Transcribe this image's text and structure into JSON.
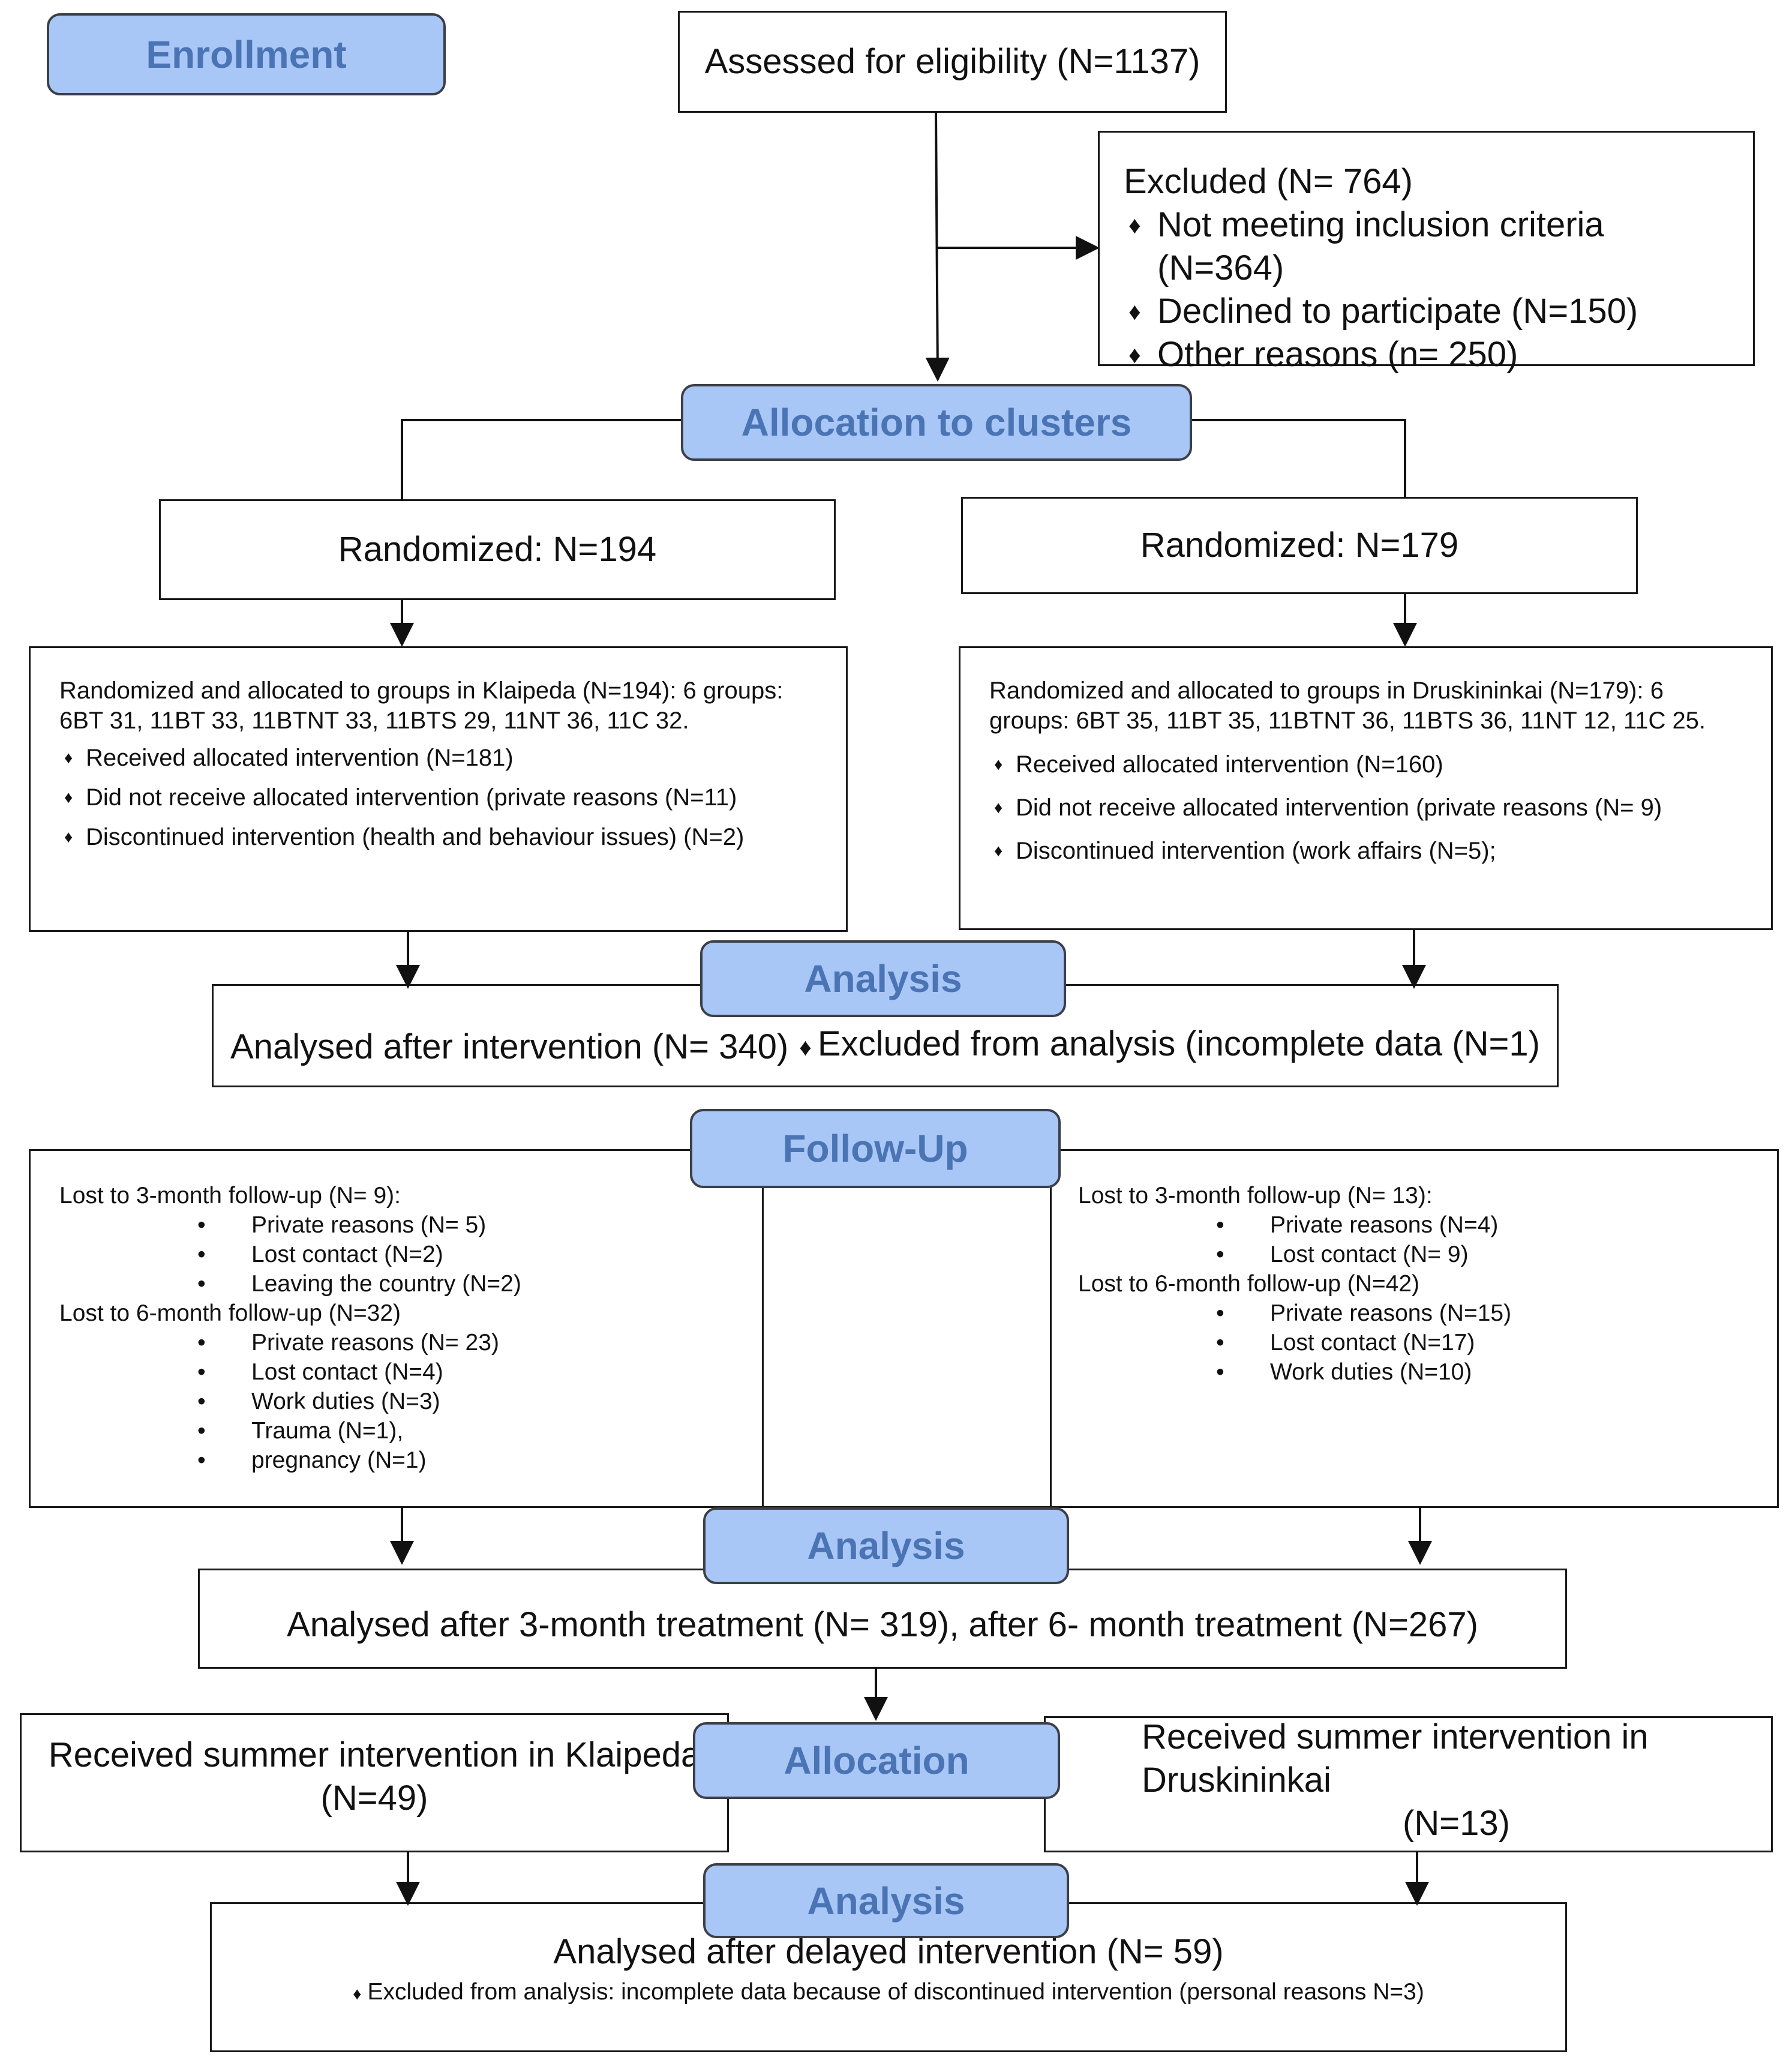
{
  "stages": {
    "enrollment": "Enrollment",
    "allocation_clusters": "Allocation to clusters",
    "analysis_1": "Analysis",
    "follow_up": "Follow-Up",
    "analysis_2": "Analysis",
    "allocation": "Allocation",
    "analysis_3": "Analysis"
  },
  "assessed": "Assessed for eligibility (N=1137)",
  "excluded": {
    "title": "Excluded (N= 764)",
    "items": [
      "Not meeting inclusion criteria (N=364)",
      "Declined to participate (N=150)",
      "Other reasons (n= 250)"
    ]
  },
  "randomized_left": "Randomized: N=194",
  "randomized_right": "Randomized: N=179",
  "klaipeda": {
    "intro": "Randomized and allocated to groups in Klaipeda (N=194): 6 groups: 6BT 31, 11BT 33, 11BTNT 33, 11BTS 29, 11NT 36, 11C 32.",
    "items": [
      "Received allocated intervention (N=181)",
      "Did not receive allocated intervention (private reasons (N=11)",
      "Discontinued intervention (health and behaviour issues) (N=2)"
    ]
  },
  "druskininkai": {
    "intro": "Randomized and allocated to groups in Druskininkai (N=179): 6 groups: 6BT 35, 11BT 35, 11BTNT 36, 11BTS 36, 11NT 12, 11C 25.",
    "items": [
      "Received allocated intervention (N=160)",
      "Did not receive allocated intervention (private reasons (N= 9)",
      "Discontinued intervention (work affairs (N=5);"
    ]
  },
  "analysed_after": {
    "main": "Analysed after intervention (N= 340)",
    "excluded": "Excluded from analysis (incomplete data (N=1)"
  },
  "followup_left": {
    "lost3": "Lost to 3-month follow-up (N= 9):",
    "lost3_items": [
      "Private reasons (N= 5)",
      "Lost contact (N=2)",
      "Leaving the country (N=2)"
    ],
    "lost6": "Lost to 6-month follow-up (N=32)",
    "lost6_items": [
      "Private reasons (N= 23)",
      "Lost contact (N=4)",
      "Work duties (N=3)",
      "Trauma (N=1),",
      "pregnancy (N=1)"
    ]
  },
  "followup_right": {
    "lost3": "Lost to 3-month follow-up (N= 13):",
    "lost3_items": [
      "Private reasons (N=4)",
      "Lost contact (N= 9)"
    ],
    "lost6": "Lost to 6-month follow-up (N=42)",
    "lost6_items": [
      "Private reasons (N=15)",
      "Lost contact (N=17)",
      "Work duties (N=10)"
    ]
  },
  "analysed_months": "Analysed after 3-month treatment (N= 319), after 6- month treatment (N=267)",
  "summer_left": {
    "line1": "Received summer intervention in Klaipeda",
    "line2": "(N=49)"
  },
  "summer_right": {
    "line1": "Received summer intervention in Druskininkai",
    "line2": "(N=13)"
  },
  "delayed": {
    "main": "Analysed after delayed intervention (N= 59)",
    "excluded": "Excluded from analysis: incomplete data because of discontinued intervention (personal reasons N=3)"
  }
}
